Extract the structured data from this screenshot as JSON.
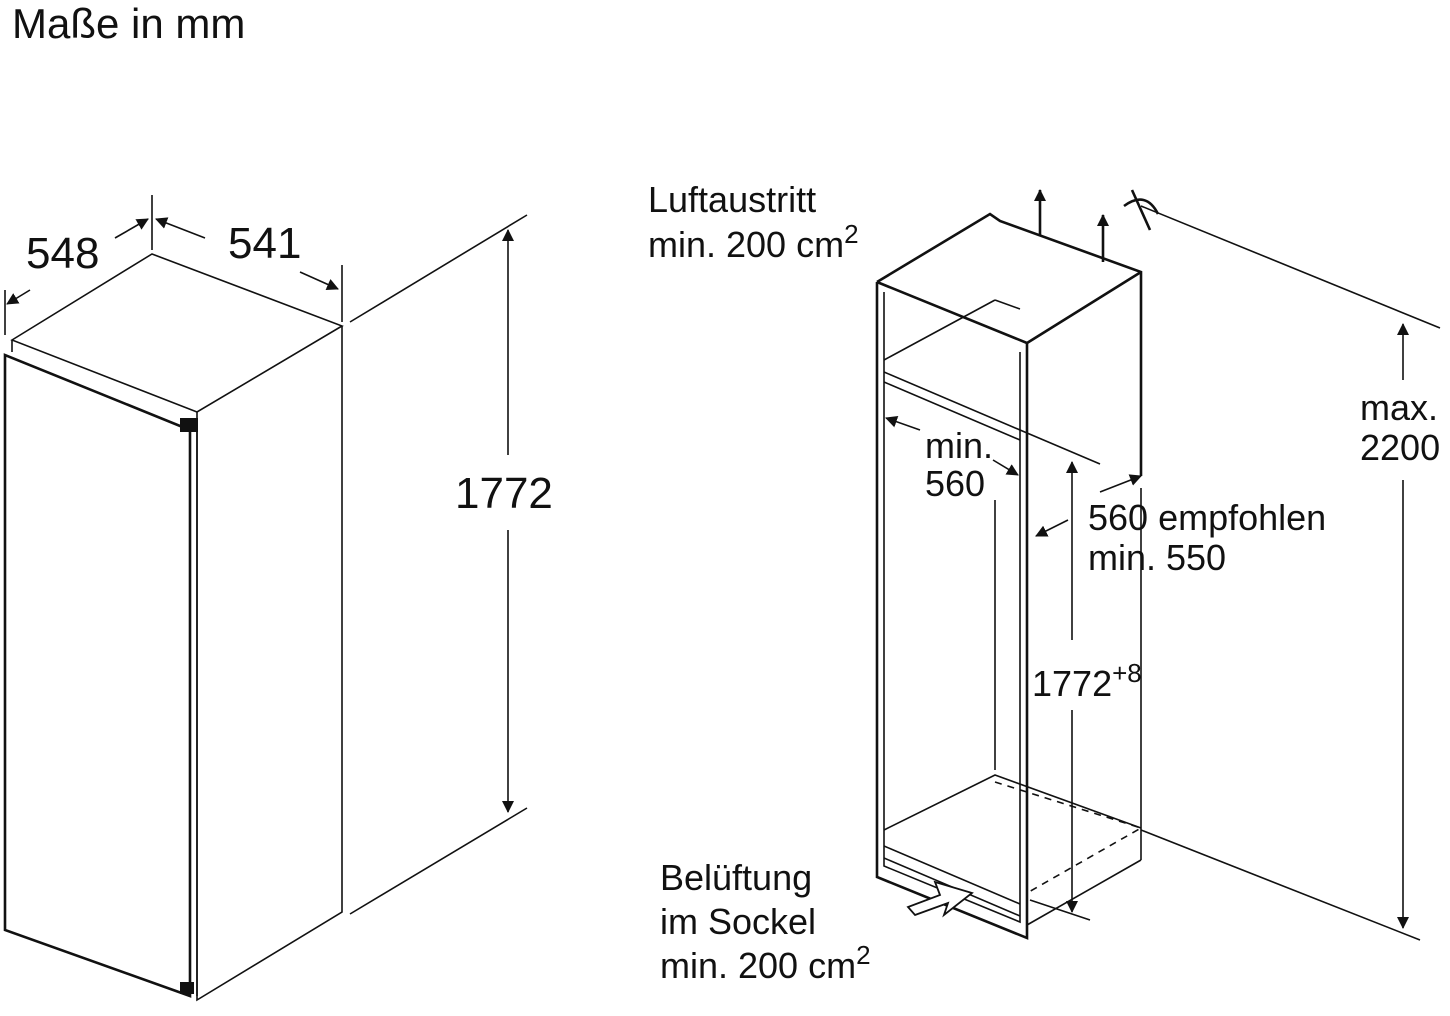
{
  "title": "Maße in mm",
  "appliance": {
    "depth": "548",
    "width": "541",
    "height": "1772"
  },
  "niche": {
    "air_outlet_line1": "Luftaustritt",
    "air_outlet_line2": "min. 200 cm",
    "air_outlet_sup": "2",
    "width_line1": "min.",
    "width_line2": "560",
    "depth_line1": "560 empfohlen",
    "depth_line2": "min. 550",
    "height_value": "1772",
    "height_tolerance": "+8",
    "max_line1": "max.",
    "max_line2": "2200",
    "ventilation_line1": "Belüftung",
    "ventilation_line2": "im Sockel",
    "ventilation_line3": "min. 200 cm",
    "ventilation_sup": "2"
  },
  "colors": {
    "line": "#111111",
    "background": "#ffffff"
  }
}
